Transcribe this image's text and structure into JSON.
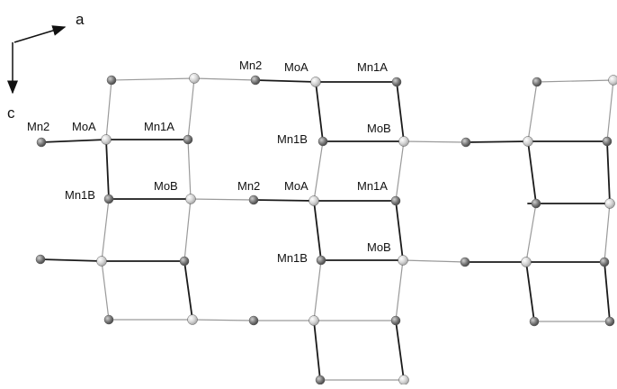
{
  "axes": {
    "a_label": "a",
    "c_label": "c"
  },
  "labels": {
    "l1": "Mn2",
    "l2": "MoA",
    "l3": "Mn1A",
    "l4": "Mn2",
    "l5": "MoA",
    "l6": "Mn1A",
    "l7": "Mn1B",
    "l8": "MoB",
    "l9": "Mn1B",
    "l10": "MoB",
    "l11": "Mn2",
    "l12": "MoA",
    "l13": "Mn1A",
    "l14": "Mn1B",
    "l15": "MoB"
  },
  "colors": {
    "mn_atom": "#7a7a7a",
    "mo_atom": "#d4d4d4",
    "strong_bond": "#1a1a1a",
    "weak_bond": "#9a9a9a"
  }
}
